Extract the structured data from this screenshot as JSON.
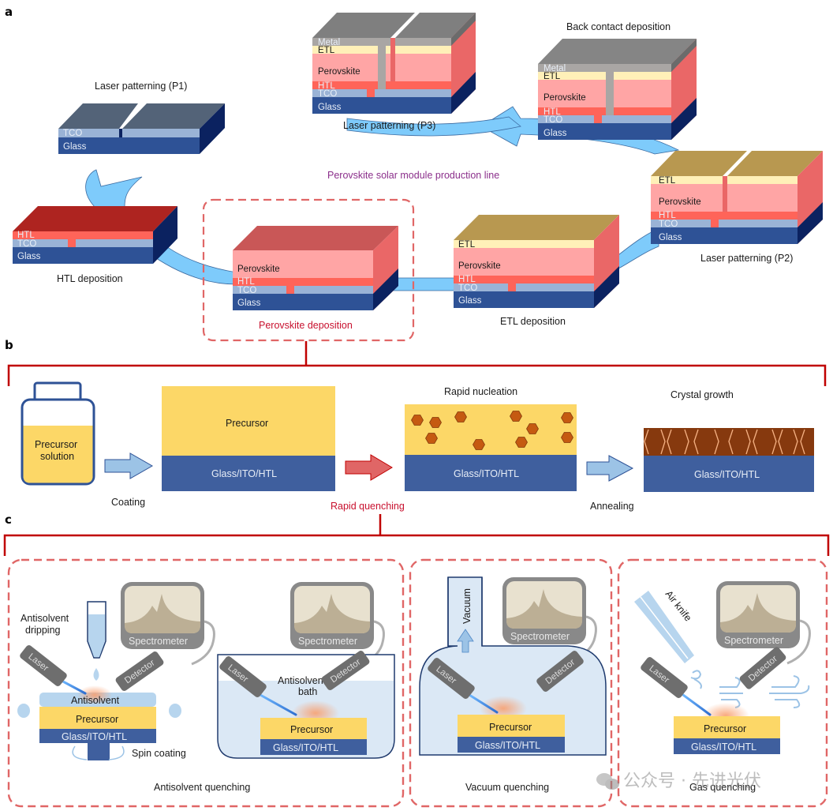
{
  "panels": {
    "a": "a",
    "b": "b",
    "c": "c"
  },
  "colors": {
    "glass": "#2e5296",
    "glass_side": "#0b2260",
    "tco": "#9ab3d6",
    "htl": "#ff6459",
    "perovskite": "#ffa5a5",
    "etl": "#fff0b8",
    "metal": "#a9a6a4",
    "precursor": "#fcd767",
    "substrate": "#3f5f9e",
    "flow_arrow": "#7ecbfb",
    "bracket": "#c00000",
    "dash_box": "#e06666",
    "title_purple": "#8b2f8b"
  },
  "panel_a": {
    "title": "Perovskite solar module production line",
    "steps": [
      {
        "id": "p1",
        "caption": "Laser patterning (P1)",
        "layers": [
          "TCO",
          "Glass"
        ]
      },
      {
        "id": "htl",
        "caption": "HTL deposition",
        "layers": [
          "HTL",
          "TCO",
          "Glass"
        ]
      },
      {
        "id": "pvk",
        "caption": "Perovskite deposition",
        "layers": [
          "Perovskite",
          "HTL",
          "TCO",
          "Glass"
        ],
        "highlighted": true
      },
      {
        "id": "etl",
        "caption": "ETL deposition",
        "layers": [
          "ETL",
          "Perovskite",
          "HTL",
          "TCO",
          "Glass"
        ]
      },
      {
        "id": "p2",
        "caption": "Laser patterning (P2)",
        "layers": [
          "ETL",
          "Perovskite",
          "HTL",
          "TCO",
          "Glass"
        ]
      },
      {
        "id": "back",
        "caption": "Back contact deposition",
        "layers": [
          "Metal",
          "ETL",
          "Perovskite",
          "HTL",
          "TCO",
          "Glass"
        ]
      },
      {
        "id": "p3",
        "caption": "Laser patterning (P3)",
        "layers": [
          "Metal",
          "ETL",
          "Perovskite",
          "HTL",
          "TCO",
          "Glass"
        ]
      }
    ]
  },
  "panel_b": {
    "bottle_label_1": "Precursor",
    "bottle_label_2": "solution",
    "precursor_label": "Precursor",
    "substrate_label": "Glass/ITO/HTL",
    "nucleation_title": "Rapid nucleation",
    "growth_title": "Crystal growth",
    "coating": "Coating",
    "rapid_quenching": "Rapid quenching",
    "annealing": "Annealing"
  },
  "panel_c": {
    "spectrometer": "Spectrometer",
    "laser": "Laser",
    "detector": "Detector",
    "precursor": "Precursor",
    "substrate": "Glass/ITO/HTL",
    "antisolvent_dripping_1": "Antisolvent",
    "antisolvent_dripping_2": "dripping",
    "antisolvent": "Antisolvent",
    "spin_coating": "Spin coating",
    "bath_1": "Antisolvent",
    "bath_2": "bath",
    "vacuum": "Vacuum",
    "air_knife": "Air knife",
    "antisolvent_quenching": "Antisolvent quenching",
    "vacuum_quenching": "Vacuum quenching",
    "gas_quenching": "Gas quenching"
  },
  "watermark": "公众号 · 先进光伏"
}
